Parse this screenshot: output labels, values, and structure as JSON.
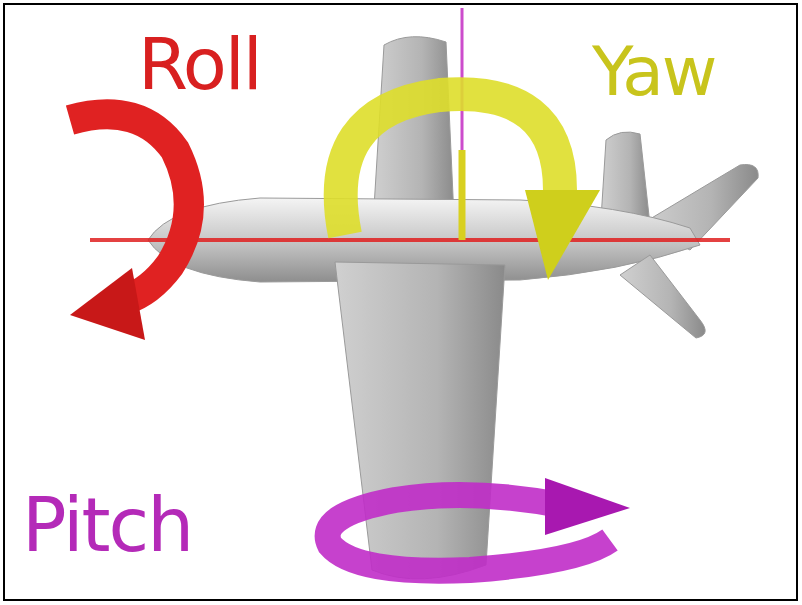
{
  "diagram": {
    "labels": [
      "Roll",
      "Yaw",
      "Pitch"
    ]
  }
}
